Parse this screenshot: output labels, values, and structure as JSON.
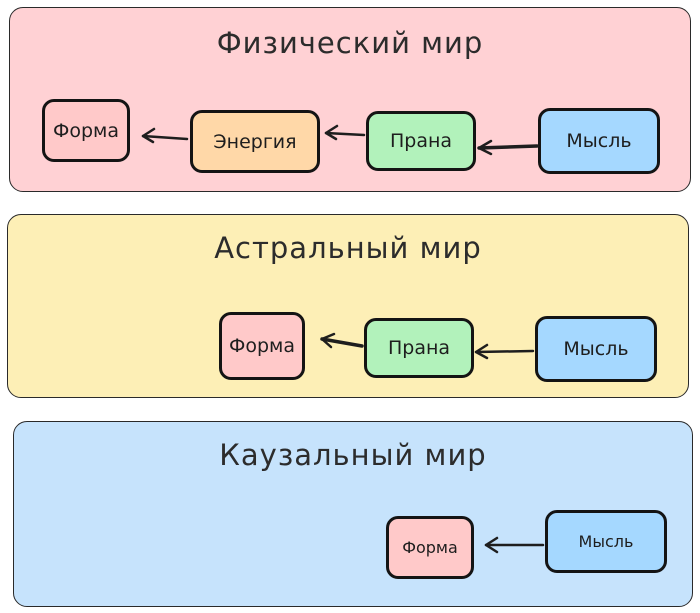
{
  "panels": {
    "physical": {
      "title": "Физический мир",
      "fill": "#ffd1d4"
    },
    "astral": {
      "title": "Астральный мир",
      "fill": "#fdefb6"
    },
    "causal": {
      "title": "Каузальный мир",
      "fill": "#c6e3fc"
    }
  },
  "nodes": {
    "physical_forma": {
      "label": "Форма",
      "fill": "#ffc9c9"
    },
    "physical_energia": {
      "label": "Энергия",
      "fill": "#ffd8a8"
    },
    "physical_prana": {
      "label": "Прана",
      "fill": "#b2f2bb"
    },
    "physical_mysl": {
      "label": "Мысль",
      "fill": "#a5d8ff"
    },
    "astral_forma": {
      "label": "Форма",
      "fill": "#ffc9c9"
    },
    "astral_prana": {
      "label": "Прана",
      "fill": "#b2f2bb"
    },
    "astral_mysl": {
      "label": "Мысль",
      "fill": "#a5d8ff"
    },
    "causal_forma": {
      "label": "Форма",
      "fill": "#ffc9c9"
    },
    "causal_mysl": {
      "label": "Мысль",
      "fill": "#a5d8ff"
    }
  },
  "colors": {
    "stroke": "#141414",
    "arrow": "#1e1e1e"
  }
}
